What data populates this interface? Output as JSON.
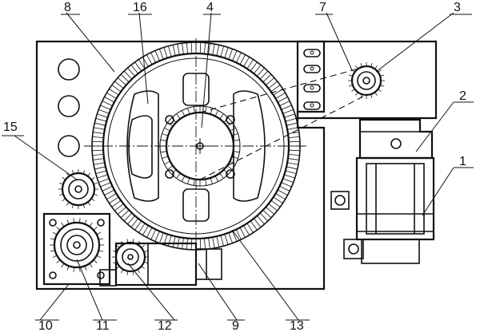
{
  "labels": {
    "l1": "1",
    "l2": "2",
    "l3": "3",
    "l4": "4",
    "l7": "7",
    "l8": "8",
    "l9": "9",
    "l10": "10",
    "l11": "11",
    "l12": "12",
    "l13": "13",
    "l15": "15",
    "l16": "16"
  }
}
